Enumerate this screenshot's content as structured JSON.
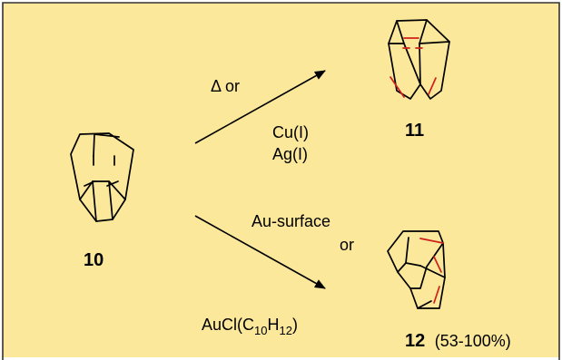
{
  "colors": {
    "panel_background": "#fbe89a",
    "panel_border": "#333333",
    "new_bond": "#d0201b"
  },
  "compounds": {
    "reactant_label": "10",
    "product_top_label": "11",
    "product_bottom_label": "12",
    "product_bottom_yield": "(53-100%)"
  },
  "conditions": {
    "top_heat": "Δ or",
    "top_copper": "Cu(I)",
    "top_silver": "Ag(I)",
    "bottom_surface": "Au-surface",
    "bottom_or": "or",
    "bottom_reagent_prefix": "AuCl(C",
    "bottom_reagent_sub1": "10",
    "bottom_reagent_mid": "H",
    "bottom_reagent_sub2": "12",
    "bottom_reagent_suffix": ")"
  }
}
